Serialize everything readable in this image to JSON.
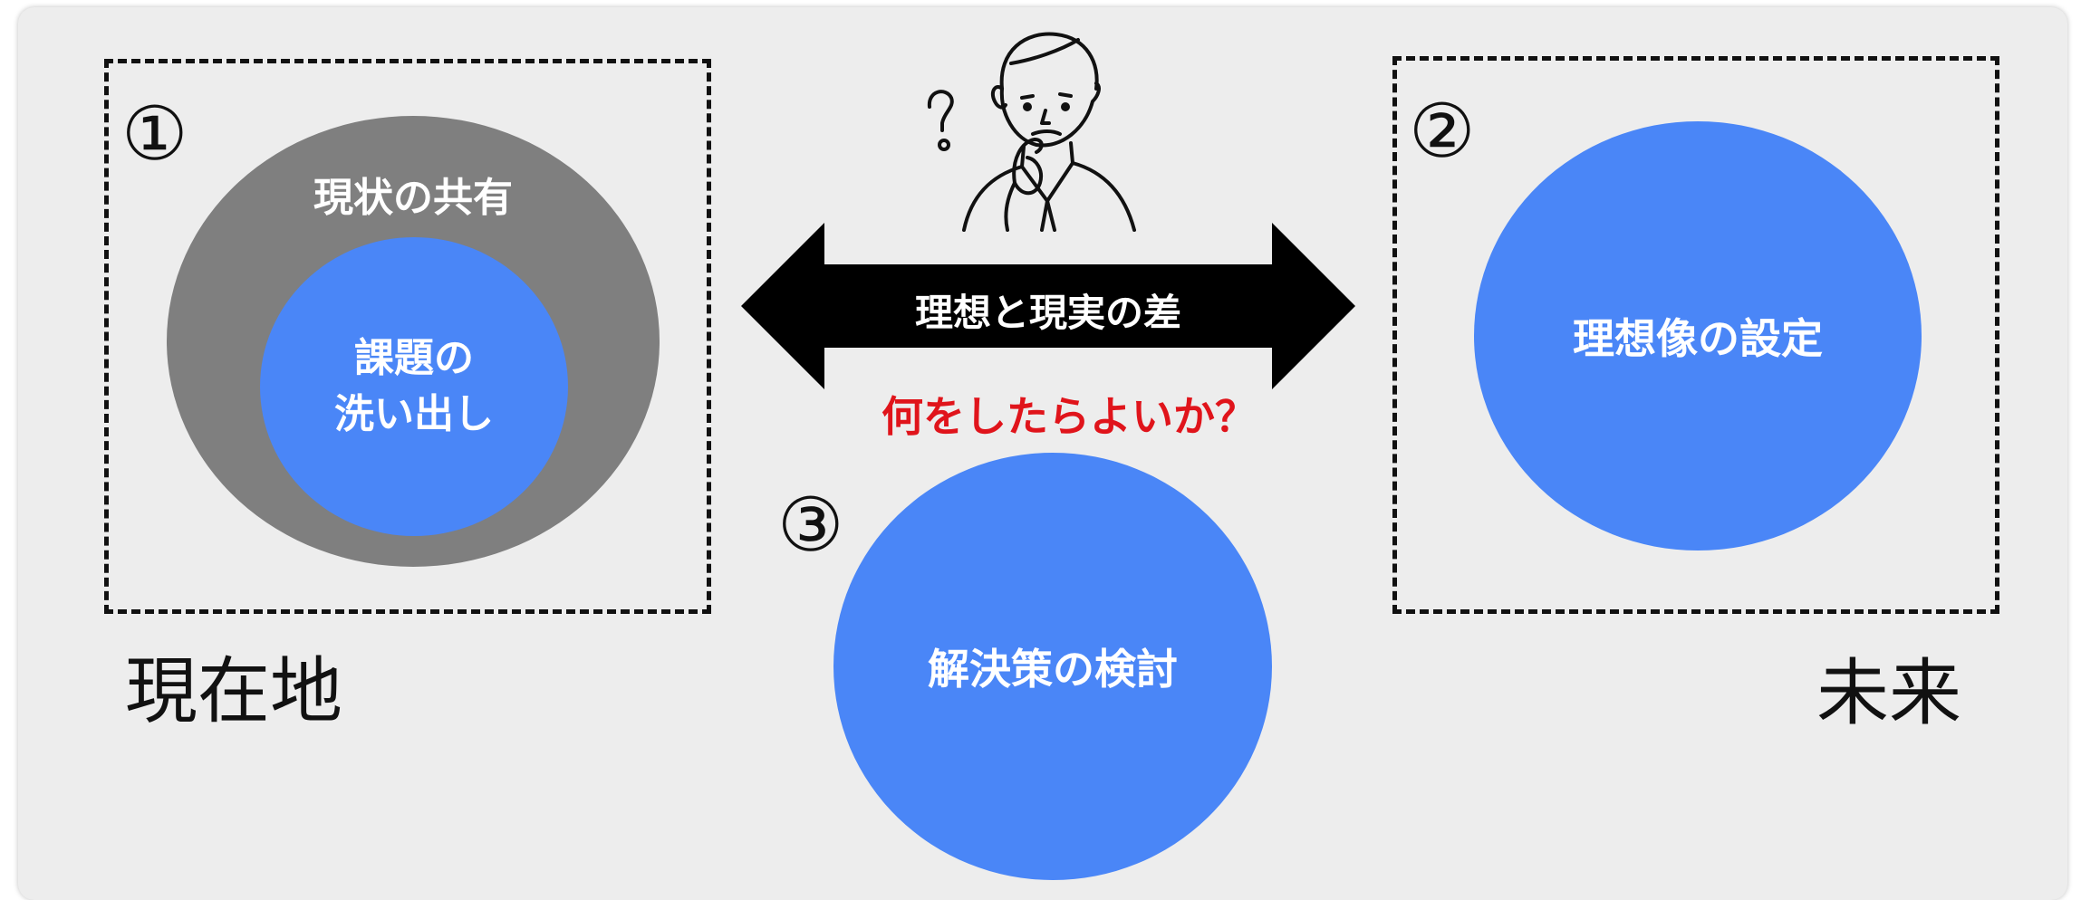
{
  "colors": {
    "background": "#ededed",
    "outer_circle": "#7f7f7f",
    "blue_circle": "#4a86f7",
    "arrow": "#000000",
    "question_text": "#e0141b"
  },
  "step1": {
    "number": "①",
    "outer_label": "現状の共有",
    "inner_label_line1": "課題の",
    "inner_label_line2": "洗い出し"
  },
  "step2": {
    "number": "②",
    "label": "理想像の設定"
  },
  "step3": {
    "number": "③",
    "label": "解決策の検討"
  },
  "arrow": {
    "label": "理想と現実の差"
  },
  "question": "何をしたらよいか？",
  "present_label": "現在地",
  "future_label": "未来",
  "icons": {
    "person": "thinking-person-icon"
  }
}
